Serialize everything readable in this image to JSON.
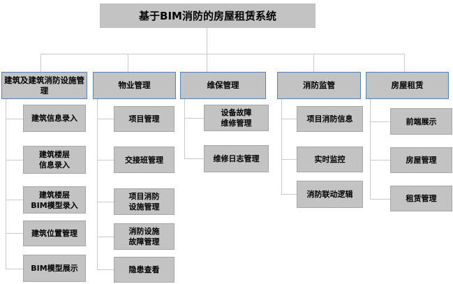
{
  "diagram": {
    "title": "基于BIM消防的房屋租赁系统",
    "type": "organization-tree",
    "colors": {
      "box_fill": "#c3c3c3",
      "header_border": "#4f81bd",
      "leaf_border": "#a6a6a6",
      "connector": "#c9c9c9",
      "text": "#000000",
      "background": "#ffffff"
    },
    "columns": [
      {
        "label": "建筑及建筑消防设施管理",
        "children": [
          "建筑信息录入",
          "建筑楼层\n信息录入",
          "建筑楼层\nBIM模型录入",
          "建筑位置管理",
          "BIM模型展示"
        ]
      },
      {
        "label": "物业管理",
        "children": [
          "项目管理",
          "交接班管理",
          "项目消防\n设施管理",
          "消防设施\n故障管理",
          "隐患查看"
        ]
      },
      {
        "label": "维保管理",
        "children": [
          "设备故障\n维修管理",
          "维修日志管理"
        ]
      },
      {
        "label": "消防监管",
        "children": [
          "项目消防信息",
          "实时监控",
          "消防联动逻辑"
        ]
      },
      {
        "label": "房屋租赁",
        "children": [
          "前端展示",
          "房屋管理",
          "租赁管理"
        ]
      }
    ]
  }
}
